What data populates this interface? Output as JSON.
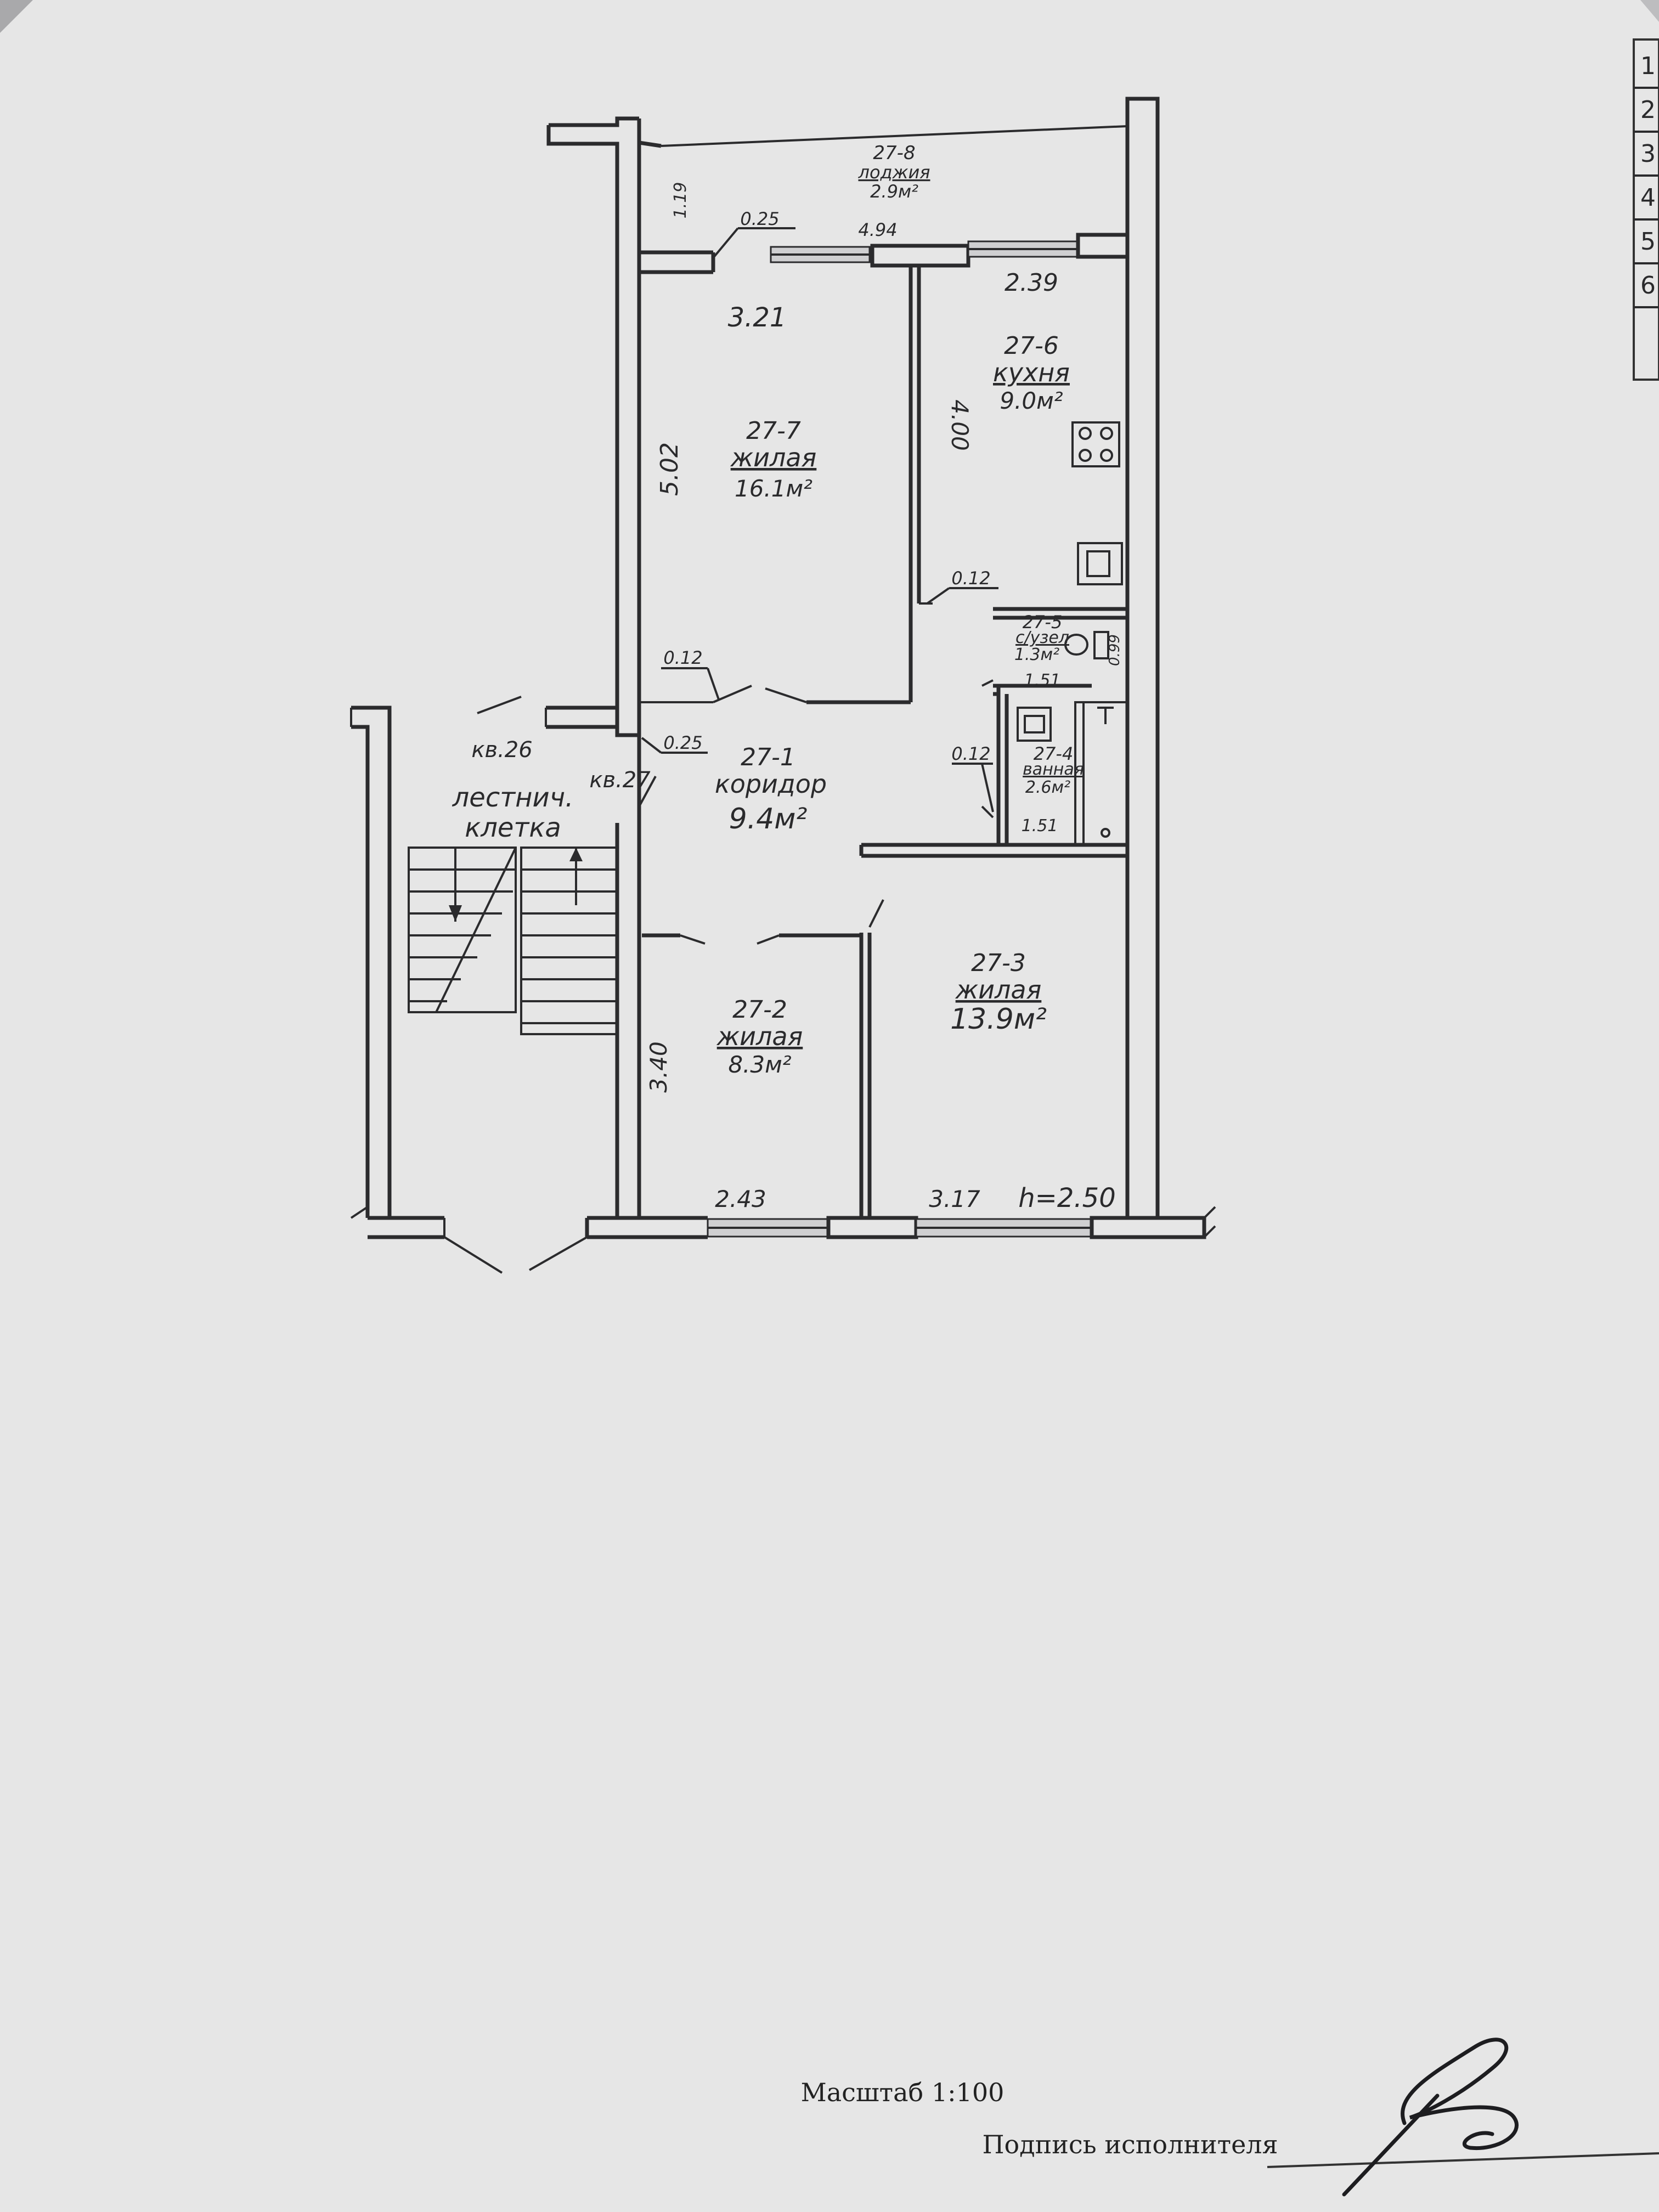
{
  "rooms": {
    "loggia": {
      "id": "27-8",
      "name": "лоджия",
      "area": "2.9м²"
    },
    "kitchen": {
      "id": "27-6",
      "name": "кухня",
      "area": "9.0м²"
    },
    "living7": {
      "id": "27-7",
      "name": "жилая",
      "area": "16.1м²"
    },
    "wc": {
      "id": "27-5",
      "name": "с/узел",
      "area": "1.3м²"
    },
    "bath": {
      "id": "27-4",
      "name": "ванная",
      "area": "2.6м²"
    },
    "corridor": {
      "id": "27-1",
      "name": "коридор",
      "area": "9.4м²"
    },
    "living2": {
      "id": "27-2",
      "name": "жилая",
      "area": "8.3м²"
    },
    "living3": {
      "id": "27-3",
      "name": "жилая",
      "area": "13.9м²"
    }
  },
  "labels": {
    "stair_line1": "лестнич.",
    "stair_line2": "клетка",
    "apt26": "кв.26",
    "apt27": "кв.27"
  },
  "dimensions": {
    "d119": "1.19",
    "d025a": "0.25",
    "d494": "4.94",
    "d321": "3.21",
    "d239": "2.39",
    "d502": "5.02",
    "d400": "4.00",
    "d012a": "0.12",
    "d099": "0.99",
    "d151a": "1.51",
    "d012b": "0.12",
    "d025b": "0.25",
    "d012c": "0.12",
    "d151b": "1.51",
    "d340": "3.40",
    "d243": "2.43",
    "d317": "3.17",
    "height": "h=2.50"
  },
  "footer": {
    "scale": "Масштаб 1:100",
    "signature_label": "Подпись исполнителя",
    "side_table_numbers": [
      "1",
      "2",
      "3",
      "4",
      "5",
      "6"
    ]
  }
}
